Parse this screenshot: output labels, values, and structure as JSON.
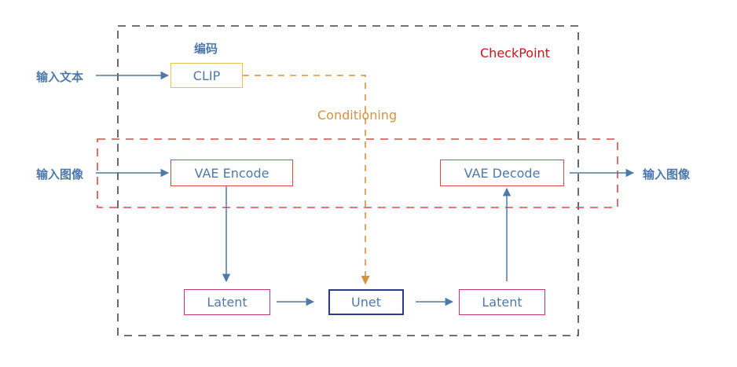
{
  "colors": {
    "blue_text": "#4f79a8",
    "checkpoint_red": "#c6161b",
    "vae_red": "#d74a4a",
    "latent_pink": "#c0357e",
    "unet_navy": "#2b3a8c",
    "clip_yellow": "#e7c34b",
    "conditioning_orange": "#d6913d",
    "arrow_blue": "#4f79a8",
    "boundary_gray": "#444444"
  },
  "labels": {
    "encode": "编码",
    "checkpoint": "CheckPoint",
    "conditioning": "Conditioning",
    "input_text": "输入文本",
    "input_image": "输入图像",
    "output_image": "输入图像"
  },
  "nodes": {
    "clip": "CLIP",
    "vae_encode": "VAE Encode",
    "vae_decode": "VAE Decode",
    "latent_left": "Latent",
    "unet": "Unet",
    "latent_right": "Latent"
  }
}
